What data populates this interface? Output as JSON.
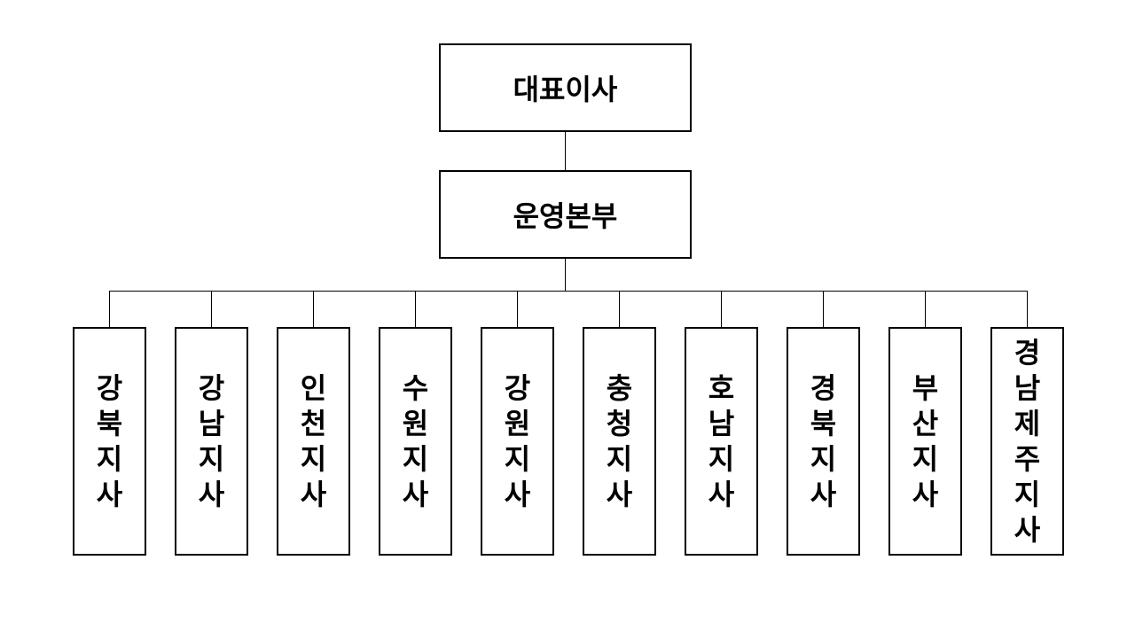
{
  "chart": {
    "type": "org-chart",
    "root": {
      "label": "대표이사"
    },
    "hq": {
      "label": "운영본부"
    },
    "branches": [
      {
        "label": "강북지사"
      },
      {
        "label": "강남지사"
      },
      {
        "label": "인천지사"
      },
      {
        "label": "수원지사"
      },
      {
        "label": "강원지사"
      },
      {
        "label": "충청지사"
      },
      {
        "label": "호남지사"
      },
      {
        "label": "경북지사"
      },
      {
        "label": "부산지사"
      },
      {
        "label": "경남제주지사"
      }
    ],
    "colors": {
      "background": "#ffffff",
      "box_bg": "#ffffff",
      "box_border": "#000000",
      "line": "#000000",
      "text": "#000000"
    }
  }
}
